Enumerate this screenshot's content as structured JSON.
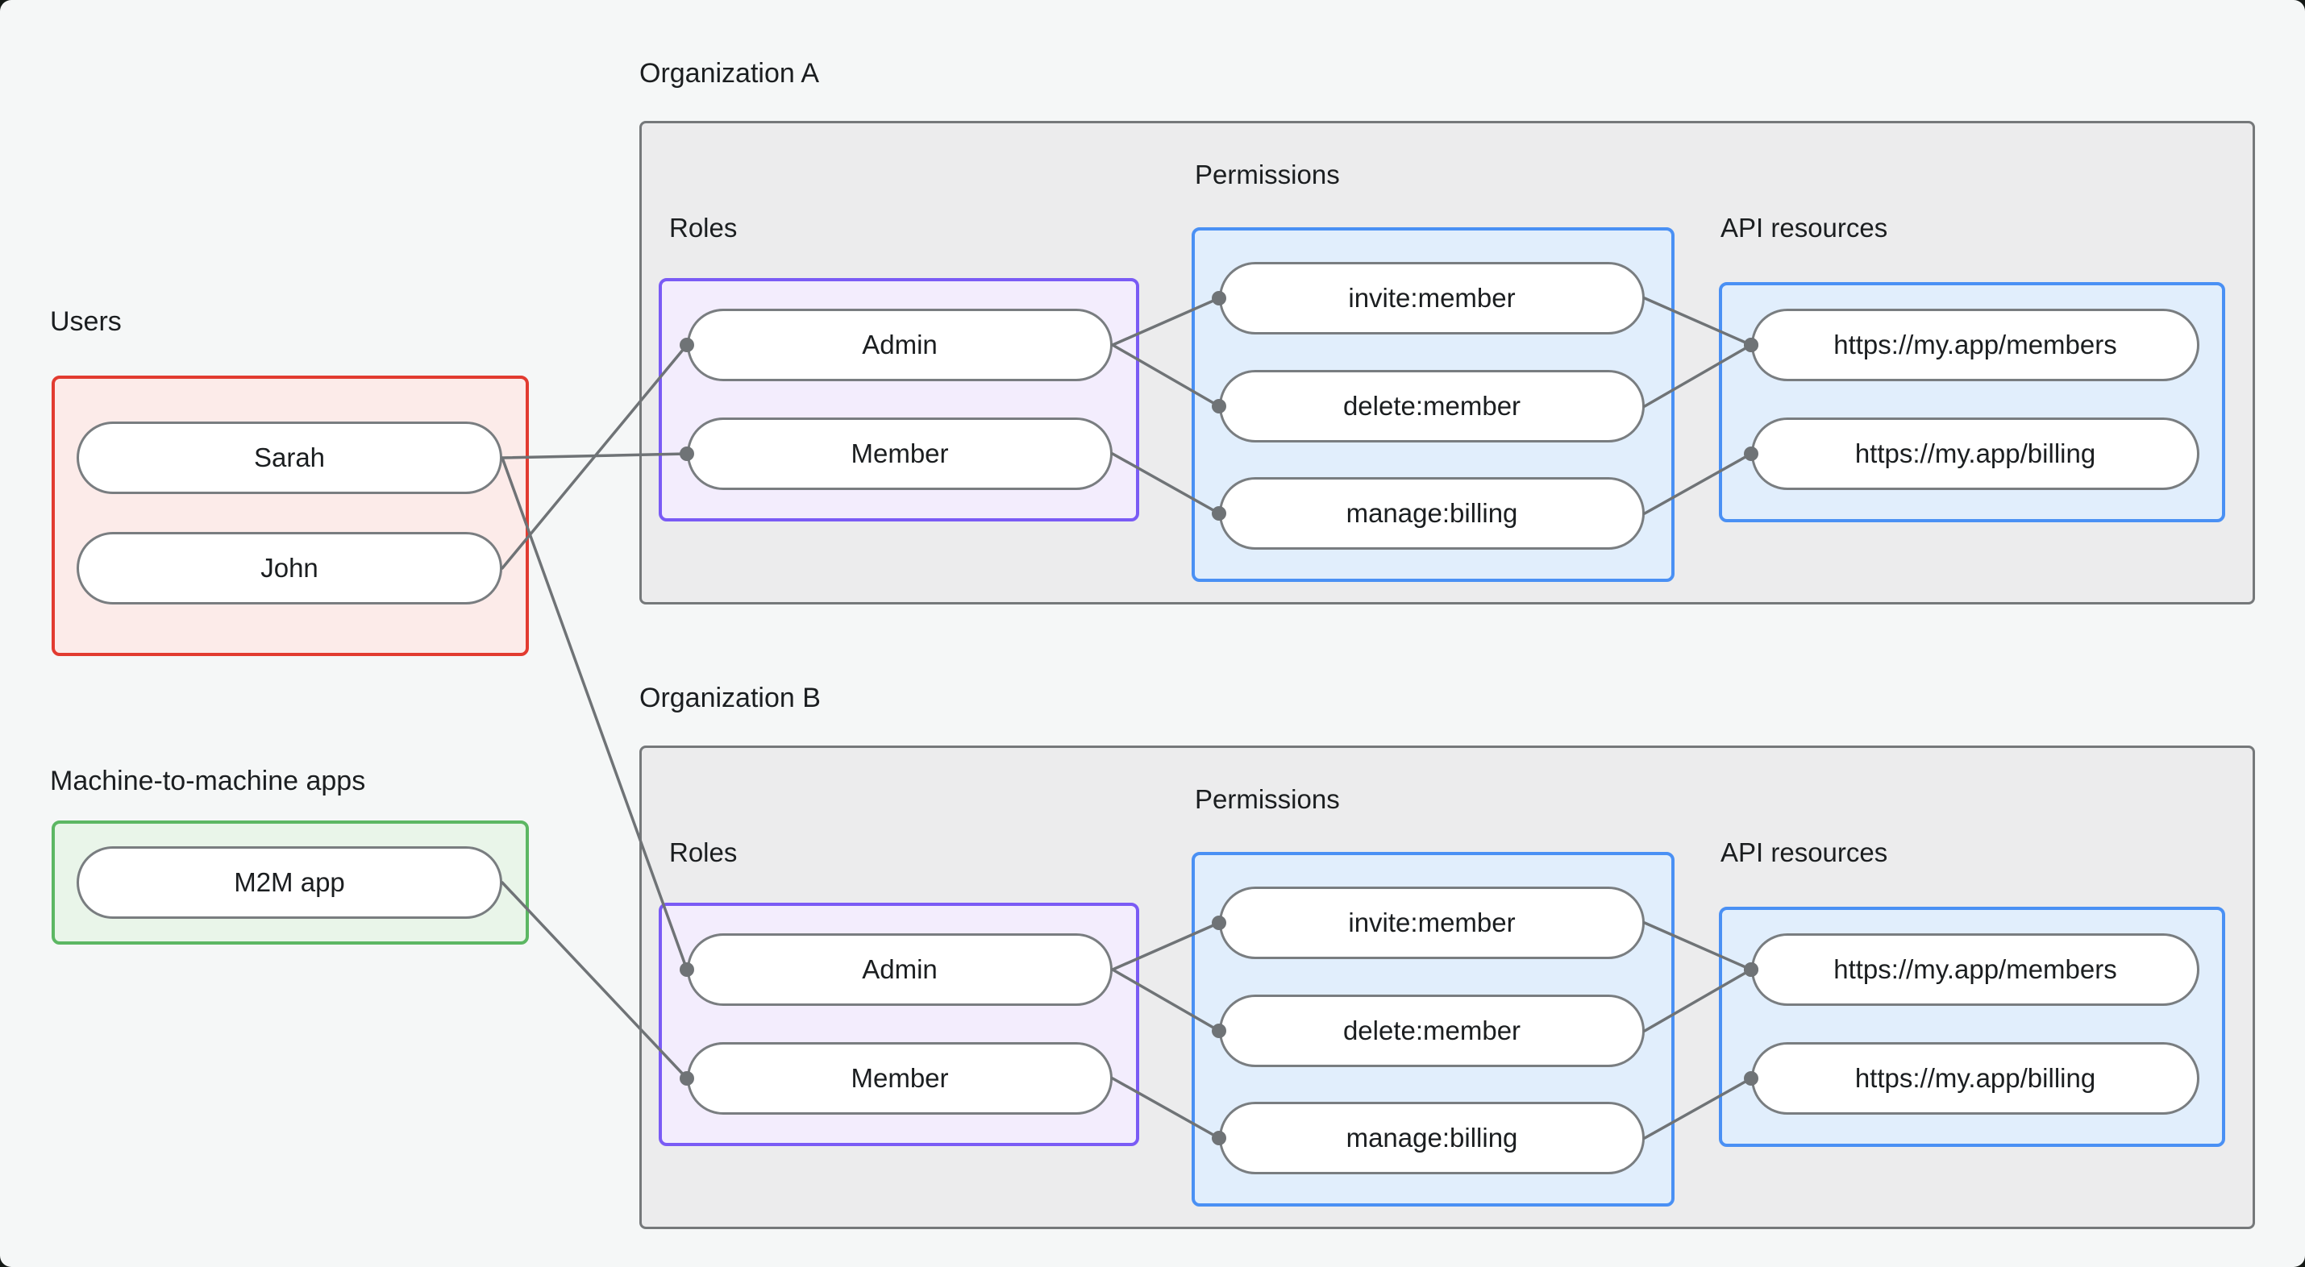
{
  "diagram": {
    "users": {
      "label": "Users",
      "nodes": [
        {
          "id": "sarah",
          "label": "Sarah"
        },
        {
          "id": "john",
          "label": "John"
        }
      ]
    },
    "m2m": {
      "label": "Machine-to-machine apps",
      "nodes": [
        {
          "id": "m2m_app",
          "label": "M2M app"
        }
      ]
    },
    "organizations": [
      {
        "id": "org_a",
        "label": "Organization A",
        "roles_label": "Roles",
        "permissions_label": "Permissions",
        "api_label": "API resources",
        "roles": [
          {
            "id": "a_admin",
            "label": "Admin"
          },
          {
            "id": "a_member",
            "label": "Member"
          }
        ],
        "permissions": [
          {
            "id": "a_invite",
            "label": "invite:member"
          },
          {
            "id": "a_delete",
            "label": "delete:member"
          },
          {
            "id": "a_manage",
            "label": "manage:billing"
          }
        ],
        "api_resources": [
          {
            "id": "a_members",
            "label": "https://my.app/members"
          },
          {
            "id": "a_billing",
            "label": "https://my.app/billing"
          }
        ]
      },
      {
        "id": "org_b",
        "label": "Organization B",
        "roles_label": "Roles",
        "permissions_label": "Permissions",
        "api_label": "API resources",
        "roles": [
          {
            "id": "b_admin",
            "label": "Admin"
          },
          {
            "id": "b_member",
            "label": "Member"
          }
        ],
        "permissions": [
          {
            "id": "b_invite",
            "label": "invite:member"
          },
          {
            "id": "b_delete",
            "label": "delete:member"
          },
          {
            "id": "b_manage",
            "label": "manage:billing"
          }
        ],
        "api_resources": [
          {
            "id": "b_members",
            "label": "https://my.app/members"
          },
          {
            "id": "b_billing",
            "label": "https://my.app/billing"
          }
        ]
      }
    ],
    "edges": [
      {
        "from": "sarah",
        "to": "a_member"
      },
      {
        "from": "john",
        "to": "a_admin"
      },
      {
        "from": "sarah",
        "to": "b_admin"
      },
      {
        "from": "m2m_app",
        "to": "b_member"
      },
      {
        "from": "a_admin",
        "to": "a_invite"
      },
      {
        "from": "a_admin",
        "to": "a_delete"
      },
      {
        "from": "a_member",
        "to": "a_manage"
      },
      {
        "from": "a_invite",
        "to": "a_members"
      },
      {
        "from": "a_delete",
        "to": "a_members"
      },
      {
        "from": "a_manage",
        "to": "a_billing"
      },
      {
        "from": "b_admin",
        "to": "b_invite"
      },
      {
        "from": "b_admin",
        "to": "b_delete"
      },
      {
        "from": "b_member",
        "to": "b_manage"
      },
      {
        "from": "b_invite",
        "to": "b_members"
      },
      {
        "from": "b_delete",
        "to": "b_members"
      },
      {
        "from": "b_manage",
        "to": "b_billing"
      }
    ],
    "colors": {
      "background": "#f5f7f7",
      "text": "#1b1e20",
      "org_box_fill": "#ececed",
      "org_box_border": "#75787a",
      "users_fill": "#fcebe9",
      "users_border": "#e23b30",
      "m2m_fill": "#e9f5e9",
      "m2m_border": "#5cb763",
      "roles_fill": "#f3edfd",
      "roles_border": "#7a5bf5",
      "permissions_api_fill": "#e1eefc",
      "permissions_api_border": "#4a90f4",
      "node_fill": "#ffffff",
      "node_border": "#797d80",
      "edge": "#6f7376"
    }
  }
}
